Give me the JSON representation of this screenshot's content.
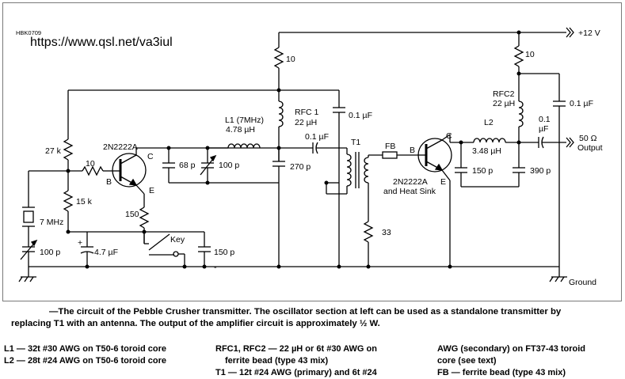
{
  "figure_id": "HBK0709",
  "watermark_url": "https://www.qsl.net/va3iul",
  "labels": {
    "v12": "+12 V",
    "ground": "Ground",
    "r10_left": "10",
    "r10_right": "10",
    "r27k": "27 k",
    "r10_base": "10",
    "r15k": "15 k",
    "r150": "150",
    "r33": "33",
    "q1": "2N2222A",
    "q1_b": "B",
    "q1_c": "C",
    "q1_e": "E",
    "q2": "2N2222A",
    "q2_sub": "and Heat Sink",
    "q2_b": "B",
    "q2_c": "C",
    "q2_e": "E",
    "l1": "L1 (7MHz)",
    "l1_val": "4.78 µH",
    "rfc1": "RFC 1",
    "rfc1_val": "22 µH",
    "c01_top": "0.1 µF",
    "c68p": "68 p",
    "c100p_var": "100 p",
    "c270p": "270 p",
    "c01_mid": "0.1 µF",
    "t1": "T1",
    "fb": "FB",
    "rfc2": "RFC2",
    "rfc2_val": "22 µH",
    "c01_right": "0.1 µF",
    "c01_out_a": "0.1",
    "c01_out_b": "µF",
    "l2": "L2",
    "l2_val": "3.48 µH",
    "c150p_right": "150 p",
    "c390p": "390 p",
    "out_a": "50 Ω",
    "out_b": "Output",
    "xtal": "7 MHz",
    "c100p_trim": "100 p",
    "c47": "4.7 µF",
    "key": "Key",
    "c150p_key": "150 p",
    "plus": "+",
    "minus": "-"
  },
  "caption": {
    "line1": "—The circuit of the Pebble Crusher transmitter. The oscillator section at left can be used as a standalone transmitter by",
    "line2": "replacing T1 with an antenna. The output of the amplifier circuit is approximately ½ W.",
    "col1_1": "L1 — 32t #30 AWG on T50-6 toroid core",
    "col1_2": "L2 — 28t #24 AWG on T50-6 toroid core",
    "col2_1": "RFC1, RFC2 — 22 µH or 6t #30 AWG on",
    "col2_2": "ferrite bead (type 43 mix)",
    "col2_3": "T1 — 12t #24 AWG (primary) and 6t #24",
    "col3_1": "AWG (secondary) on FT37-43 toroid",
    "col3_2": "core (see text)",
    "col3_3": "FB — ferrite bead (type 43 mix)"
  }
}
